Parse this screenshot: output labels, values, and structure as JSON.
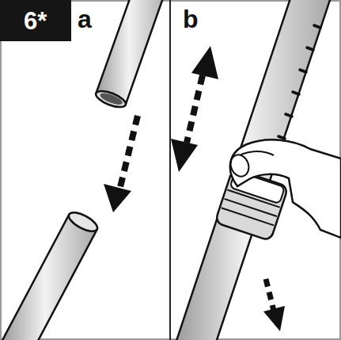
{
  "diagram": {
    "nodes": [
      {
        "text": [
          "6*"
        ]
      }
    ],
    "labels": [
      "a",
      "b"
    ]
  }
}
